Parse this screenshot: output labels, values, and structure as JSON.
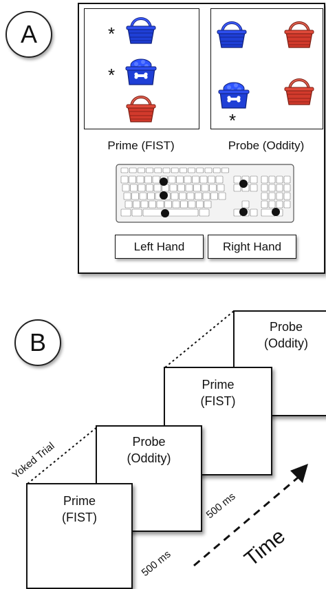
{
  "panel_a": {
    "label": "A",
    "prime_caption": "Prime (FIST)",
    "probe_caption": "Probe (Oddity)",
    "left_hand": "Left Hand",
    "right_hand": "Right Hand",
    "star": "*",
    "colors": {
      "blue": "#1f3fd6",
      "red": "#d23a2c"
    }
  },
  "panel_b": {
    "label": "B",
    "screens": [
      {
        "line1": "Prime",
        "line2": "(FIST)"
      },
      {
        "line1": "Probe",
        "line2": "(Oddity)"
      },
      {
        "line1": "Prime",
        "line2": "(FIST)"
      },
      {
        "line1": "Probe",
        "line2": "(Oddity)"
      }
    ],
    "yoked_trial": "Yoked Trial",
    "interval_1": "500 ms",
    "interval_2": "500 ms",
    "time": "Time"
  }
}
